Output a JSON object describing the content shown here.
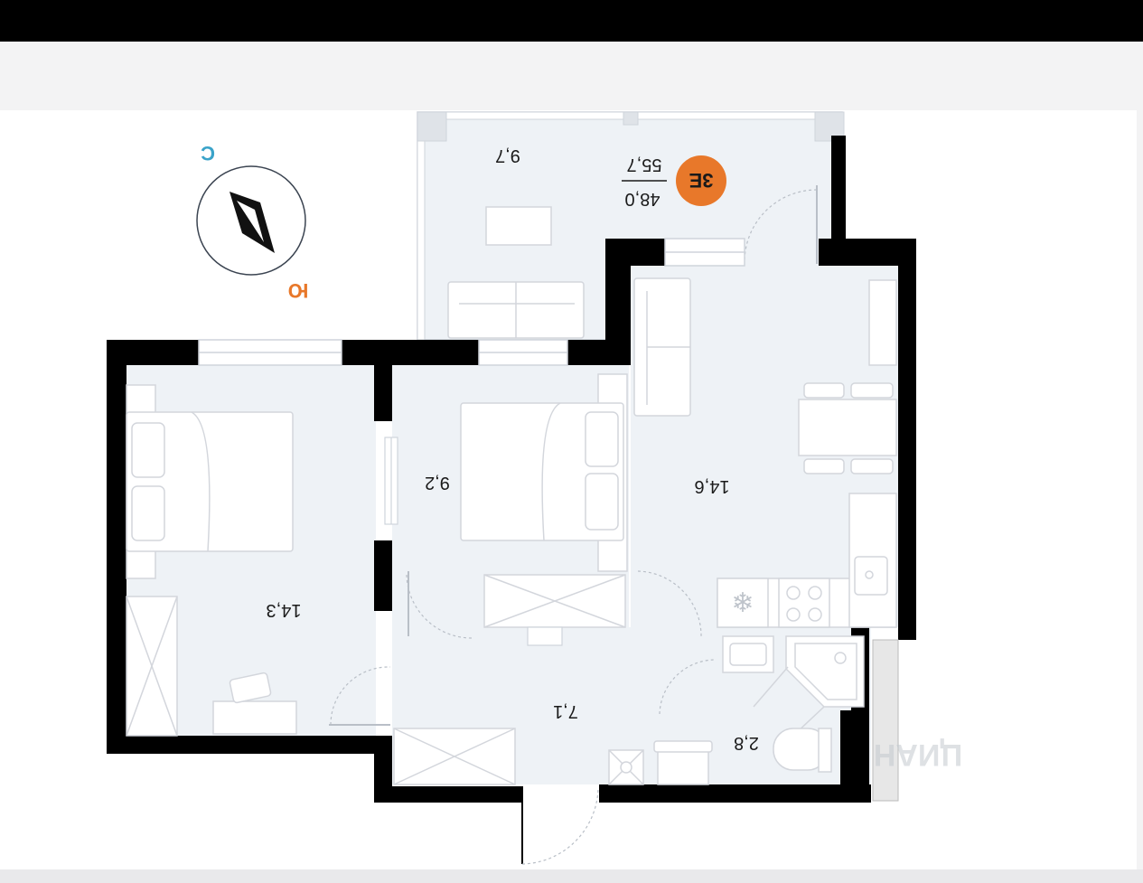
{
  "rooms": {
    "balcony_area": "9,7",
    "bedroom_left_area": "14,3",
    "bedroom_middle_area": "9,2",
    "kitchen_living_area": "14,6",
    "hallway_area": "7,1",
    "bathroom_area": "2,8"
  },
  "apartment_badge": {
    "floor_label": "3E",
    "total_area": "55,7",
    "living_area": "48,0",
    "color": "#e8782a"
  },
  "compass": {
    "north_label": "С",
    "south_label": "Ю",
    "north_color": "#3aa3c9",
    "south_color": "#e8782a"
  },
  "watermark": "ЦИАН",
  "colors": {
    "wall": "#000000",
    "floor": "#eef2f6",
    "furniture_stroke": "#d3d6dc"
  }
}
